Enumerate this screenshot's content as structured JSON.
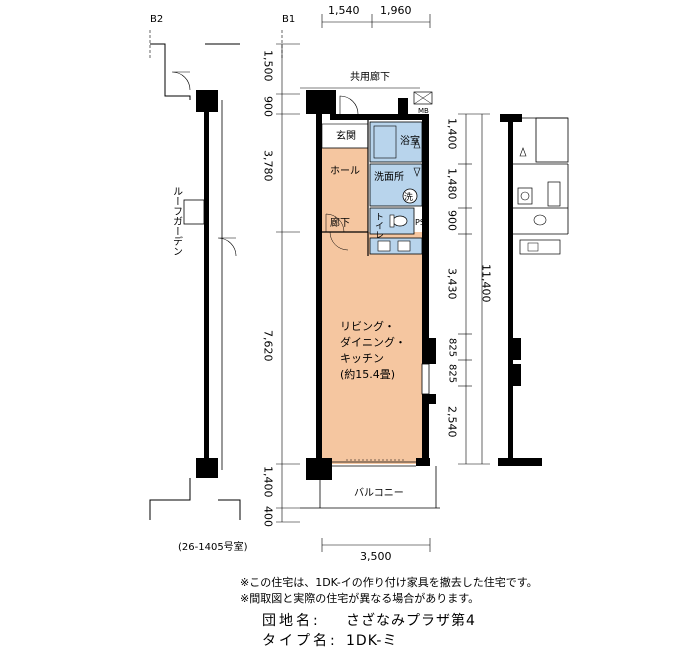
{
  "axis_labels": {
    "left": "B2",
    "center": "B1"
  },
  "dimensions": {
    "top": [
      "1,540",
      "1,960"
    ],
    "left": [
      "1,500",
      "900",
      "3,780",
      "7,620",
      "1,400",
      "400"
    ],
    "right": [
      "1,400",
      "1,480",
      "900",
      "3,430",
      "825",
      "825",
      "2,540"
    ],
    "right_total": "11,400",
    "bottom": "3,500"
  },
  "rooms": {
    "corridor_shared": "共用廊下",
    "entrance": "玄関",
    "bath": "浴室",
    "hall": "ホール",
    "washroom": "洗面所",
    "wash_mark": "洗",
    "hallway": "廊下",
    "toilet": "トイレ",
    "ps": "PS",
    "meter": "MB",
    "ldk_line1": "リビング・",
    "ldk_line2": "ダイニング・",
    "ldk_line3": "キッチン",
    "ldk_area": "(約15.4畳)",
    "balcony": "バルコニー",
    "roof_garden": "ルーフガーデン",
    "unit": "(26-1405号室)"
  },
  "notes": [
    "※この住宅は、1DK-イの作り付け家具を撤去した住宅です。",
    "※間取図と実際の住宅が異なる場合があります。"
  ],
  "info": {
    "complex_label": "団地名:",
    "complex_value": "さざなみプラザ第4",
    "type_label": "タイプ名:",
    "type_value": "1DK-ミ"
  },
  "colors": {
    "ldk_fill": "#f5c6a0",
    "water_fill": "#b8d4ec",
    "wall": "#000000"
  }
}
